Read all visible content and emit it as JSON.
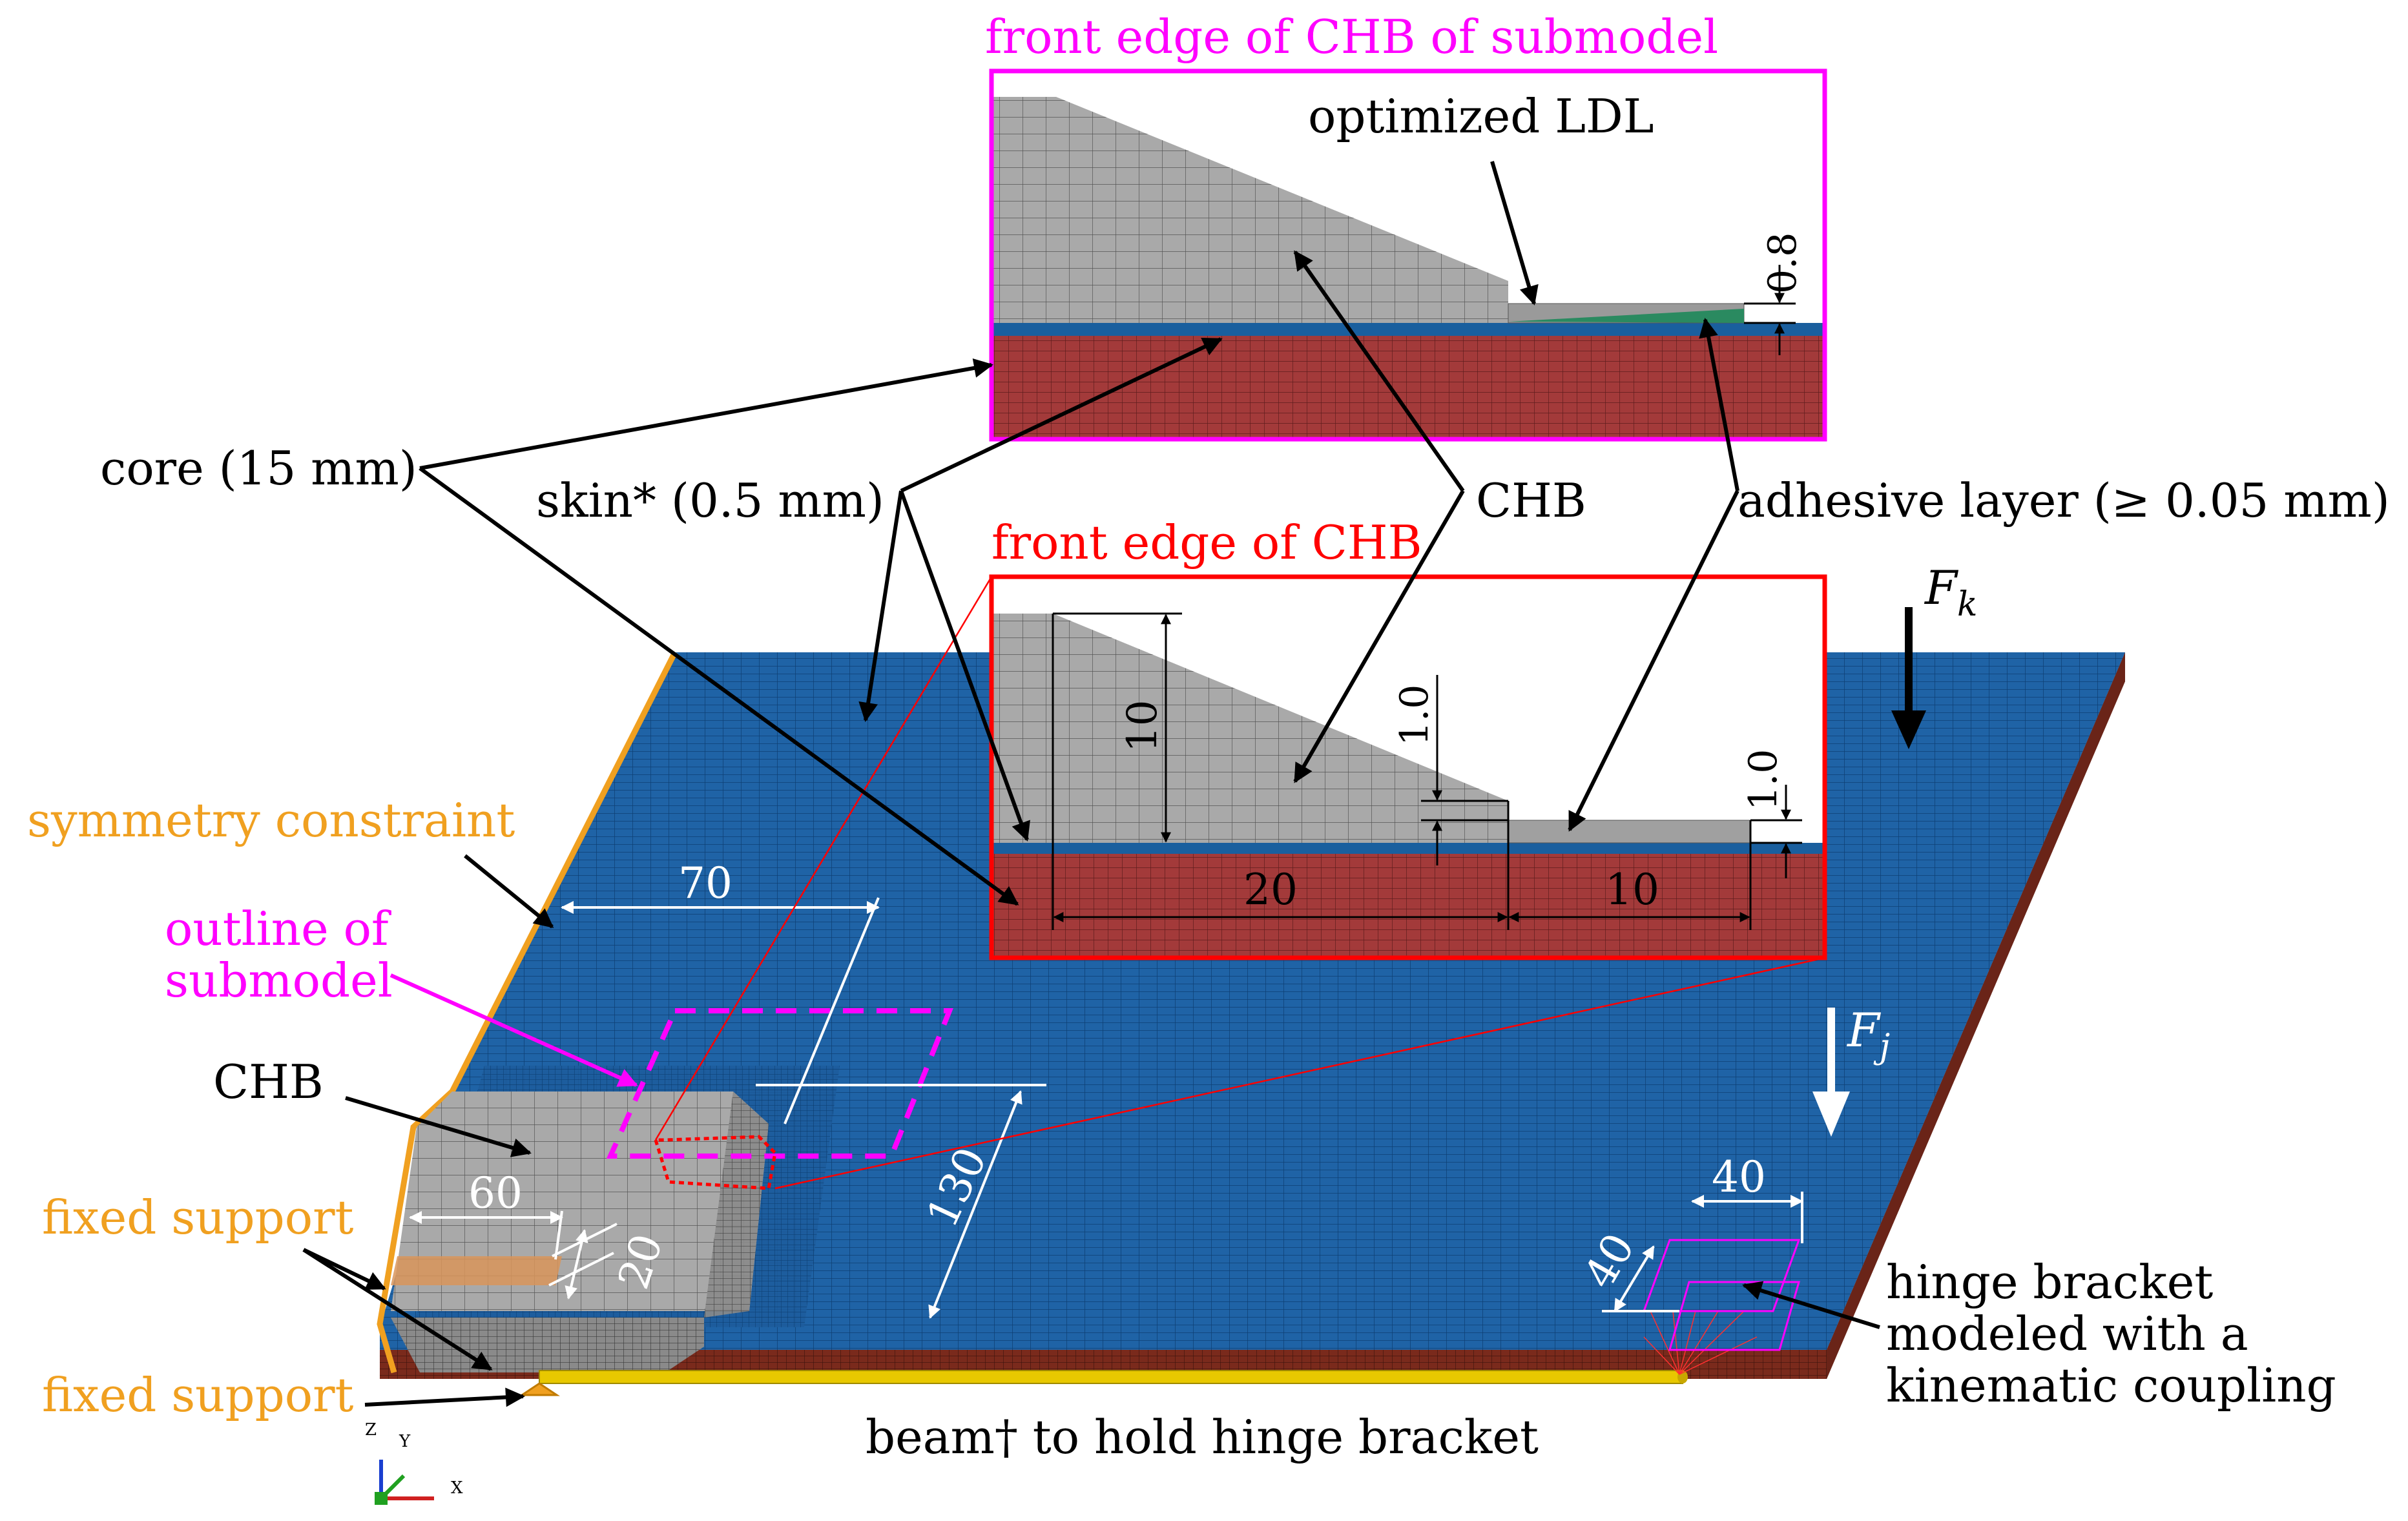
{
  "colors": {
    "plate_blue": "#1f63a6",
    "plate_edge": "#7a2a1c",
    "core_red": "#a33a3a",
    "skin_blue": "#1a5f9e",
    "chb_gray": "#a8a8a8",
    "magenta": "#ff00ff",
    "red": "#ff0000",
    "orange": "#f0a020",
    "beam_yellow": "#e8c800"
  },
  "insets": {
    "submodel_title": "front edge of CHB of submodel",
    "chb_title": "front edge of CHB",
    "ldl_label": "optimized LDL",
    "dim_08": "0.8",
    "dim_10": "10",
    "dim_1_0a": "1.0",
    "dim_1_0b": "1.0",
    "dim_20": "20",
    "dim_10b": "10"
  },
  "labels": {
    "core": "core (15 mm)",
    "skin": "skin* (0.5 mm)",
    "chb_upper": "CHB",
    "adhesive": "adhesive layer (≥ 0.05 mm)",
    "force_k": "F",
    "force_k_sub": "k",
    "force_j": "F",
    "force_j_sub": "j",
    "symmetry": "symmetry constraint",
    "outline_line1": "outline of",
    "outline_line2": "submodel",
    "chb_lower": "CHB",
    "fixed_support_1": "fixed support",
    "fixed_support_2": "fixed support",
    "dim_70": "70",
    "dim_60": "60",
    "dim_20": "20",
    "dim_130": "130",
    "dim_40a": "40",
    "dim_40b": "40",
    "hinge_line1": "hinge bracket",
    "hinge_line2": "modeled with a",
    "hinge_line3": "kinematic coupling",
    "beam": "beam† to hold hinge bracket",
    "axis_z": "Z",
    "axis_y": "Y",
    "axis_x": "X"
  }
}
